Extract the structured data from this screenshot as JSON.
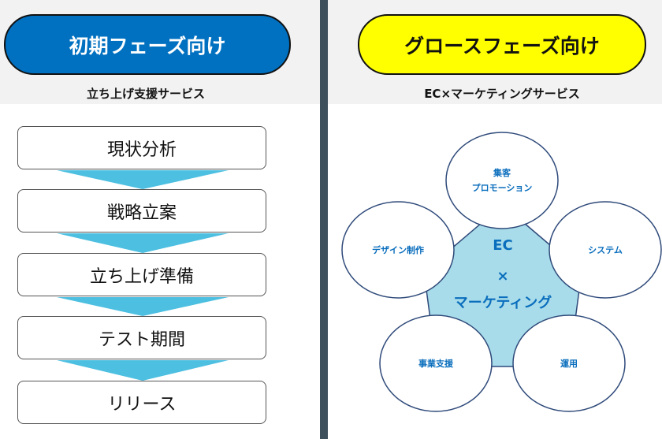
{
  "left": {
    "title": "初期フェーズ向け",
    "subtitle": "立ち上げ支援サービス",
    "steps": [
      "現状分析",
      "戦略立案",
      "立ち上げ準備",
      "テスト期間",
      "リリース"
    ]
  },
  "right": {
    "title": "グロースフェーズ向け",
    "subtitle": "EC×マーケティングサービス",
    "center": {
      "line1": "EC",
      "line2": "×",
      "line3": "マーケティング"
    },
    "circles": {
      "top_line1": "集客",
      "top_line2": "プロモーション",
      "left": "デザイン制作",
      "right": "システム",
      "bottom_left": "事業支援",
      "bottom_right": "運用"
    }
  },
  "colors": {
    "blue": "#0070c0",
    "yellow": "#ffff00",
    "arrow": "#4dbfe0",
    "center": "#a8dcea",
    "text_blue": "#0a6ebd"
  }
}
